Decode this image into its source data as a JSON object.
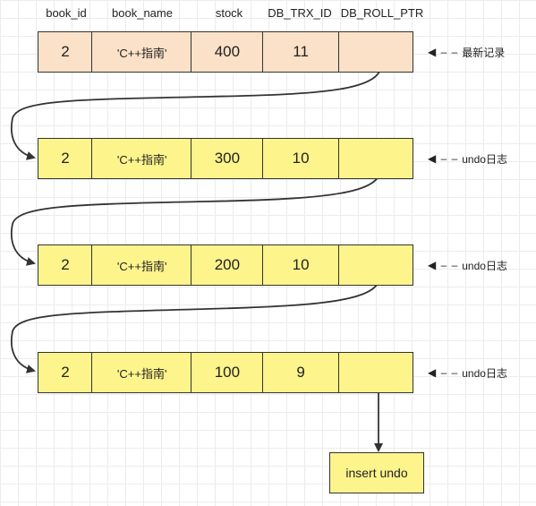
{
  "headers": [
    "book_id",
    "book_name",
    "stock",
    "DB_TRX_ID",
    "DB_ROLL_PTR"
  ],
  "records": [
    {
      "book_id": "2",
      "book_name": "'C++指南'",
      "stock": "400",
      "trx_id": "11",
      "tag": "最新记录",
      "kind": "latest"
    },
    {
      "book_id": "2",
      "book_name": "'C++指南'",
      "stock": "300",
      "trx_id": "10",
      "tag": "undo日志",
      "kind": "undo"
    },
    {
      "book_id": "2",
      "book_name": "'C++指南'",
      "stock": "200",
      "trx_id": "10",
      "tag": "undo日志",
      "kind": "undo"
    },
    {
      "book_id": "2",
      "book_name": "'C++指南'",
      "stock": "100",
      "trx_id": "9",
      "tag": "undo日志",
      "kind": "undo"
    }
  ],
  "insert_undo_label": "insert undo",
  "colors": {
    "latest_fill": "#fae1c7",
    "undo_fill": "#fdf48c",
    "stroke": "#333333"
  }
}
